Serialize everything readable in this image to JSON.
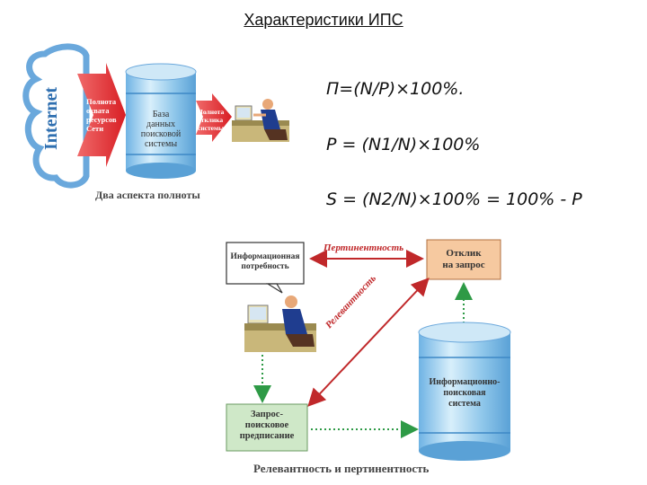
{
  "title": "Характеристики ИПС",
  "formulas": [
    "П=(N/P)×100%.",
    "P = (N1/N)×100%",
    "S = (N2/N)×100% = 100% - P"
  ],
  "top_diagram": {
    "internet_label": "Internet",
    "arrow_left_lines": [
      "Полнота",
      "охвата",
      "ресурсов",
      "Сети"
    ],
    "db_lines": [
      "База",
      "данных",
      "поисковой",
      "системы"
    ],
    "arrow_right_lines": [
      "Полнота",
      "отклика",
      "системы"
    ],
    "caption": "Два аспекта полноты"
  },
  "bottom_diagram": {
    "need_lines": [
      "Информационная",
      "потребность"
    ],
    "pertinence_label": "Пертинентность",
    "response_lines": [
      "Отклик",
      "на запрос"
    ],
    "relevance_label": "Релевантность",
    "system_lines": [
      "Информационно-",
      "поисковая",
      "система"
    ],
    "query_lines": [
      "Запрос-",
      "поисковое",
      "предписание"
    ],
    "caption": "Релевантность и пертинентность"
  },
  "colors": {
    "internet_blue": "#6aa8dc",
    "arrow_red": "#e0202a",
    "cylinder_blue": "#a9d3ef",
    "box_orange": "#f6c9a0",
    "box_green": "#cfe8c8",
    "label_red": "#c0282a",
    "dotted_green": "#2e9a46"
  }
}
